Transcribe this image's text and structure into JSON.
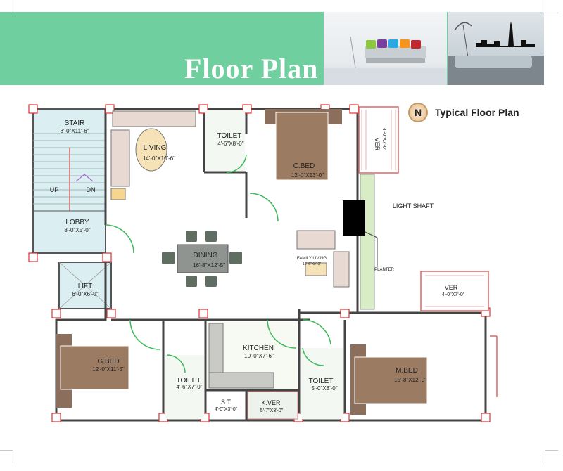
{
  "banner": {
    "title": "Floor Plan",
    "accent_color": "#6fcf9f"
  },
  "legend": {
    "compass_letter": "N",
    "plan_title": "Typical Floor Plan"
  },
  "rooms": {
    "stair": {
      "name": "STAIR",
      "size": "8'-0\"X11'-6\""
    },
    "up": {
      "name": "UP"
    },
    "dn": {
      "name": "DN"
    },
    "lobby": {
      "name": "LOBBY",
      "size": "8'-0\"X5'-0\""
    },
    "lift": {
      "name": "LIFT",
      "size": "6'-0\"X6'-0\""
    },
    "living": {
      "name": "LIVING",
      "size": "14'-0\"X10'-6\""
    },
    "toilet1": {
      "name": "TOILET",
      "size": "4'-6\"X8'-0\""
    },
    "cbed": {
      "name": "C.BED",
      "size": "12'-0\"X13'-0\""
    },
    "ver1": {
      "name": "VER",
      "size": "4'-0\"X7'-0\""
    },
    "lightshaft": {
      "name": "LIGHT SHAFT"
    },
    "dining": {
      "name": "DINING",
      "size": "16'-8\"X12'-5\""
    },
    "family": {
      "name": "FAMILY LIVING",
      "size": "10'-6\"X9'-0\""
    },
    "planter": {
      "name": "PLANTER"
    },
    "ver2": {
      "name": "VER",
      "size": "4'-0\"X7'-0\""
    },
    "gbed": {
      "name": "G.BED",
      "size": "12'-0\"X11'-5\""
    },
    "toilet2": {
      "name": "TOILET",
      "size": "4'-6\"X7'-0\""
    },
    "kitchen": {
      "name": "KITCHEN",
      "size": "10'-0\"X7'-6\""
    },
    "st": {
      "name": "S.T",
      "size": "4'-0\"X3'-0\""
    },
    "kver": {
      "name": "K.VER",
      "size": "5'-7\"X3'-0\""
    },
    "toilet3": {
      "name": "TOILET",
      "size": "5'-0\"X8'-0\""
    },
    "mbed": {
      "name": "M.BED",
      "size": "15'-8\"X12'-0\""
    }
  }
}
